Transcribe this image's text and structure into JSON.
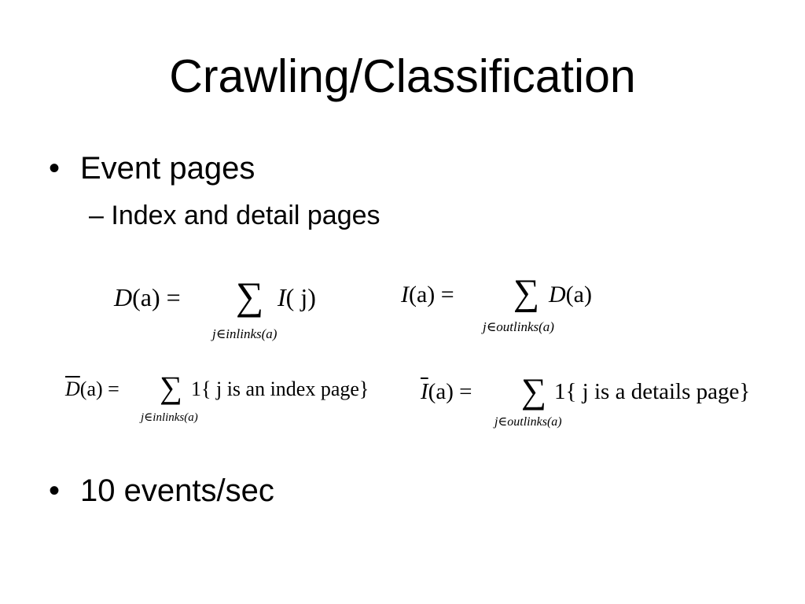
{
  "slide": {
    "title": "Crawling/Classification",
    "bullets": [
      {
        "marker": "•",
        "text": "Event pages"
      },
      {
        "marker": "•",
        "text": "10 events/sec"
      }
    ],
    "sub_bullets": [
      {
        "marker": "–",
        "text": "Index and detail pages"
      }
    ],
    "equations": {
      "d_of_a": {
        "lhs_func": "D",
        "lhs_arg": "(a)",
        "equals": "=",
        "sigma": "∑",
        "subscript": "j∈inlinks(a)",
        "body_func": "I",
        "body_arg": "( j)"
      },
      "i_of_a": {
        "lhs_func": "I",
        "lhs_arg": "(a)",
        "equals": "=",
        "sigma": "∑",
        "subscript": "j∈outlinks(a)",
        "body_func": "D",
        "body_arg": "(a)"
      },
      "dbar_of_a": {
        "lhs_func": "D",
        "lhs_arg": "(a)",
        "equals": "=",
        "sigma": "∑",
        "subscript": "j∈inlinks(a)",
        "body": "1{ j is an index page}"
      },
      "ibar_of_a": {
        "lhs_func": "I",
        "lhs_arg": "(a)",
        "equals": "=",
        "sigma": "∑",
        "subscript": "j∈outlinks(a)",
        "body": "1{ j is a details page}"
      }
    }
  }
}
